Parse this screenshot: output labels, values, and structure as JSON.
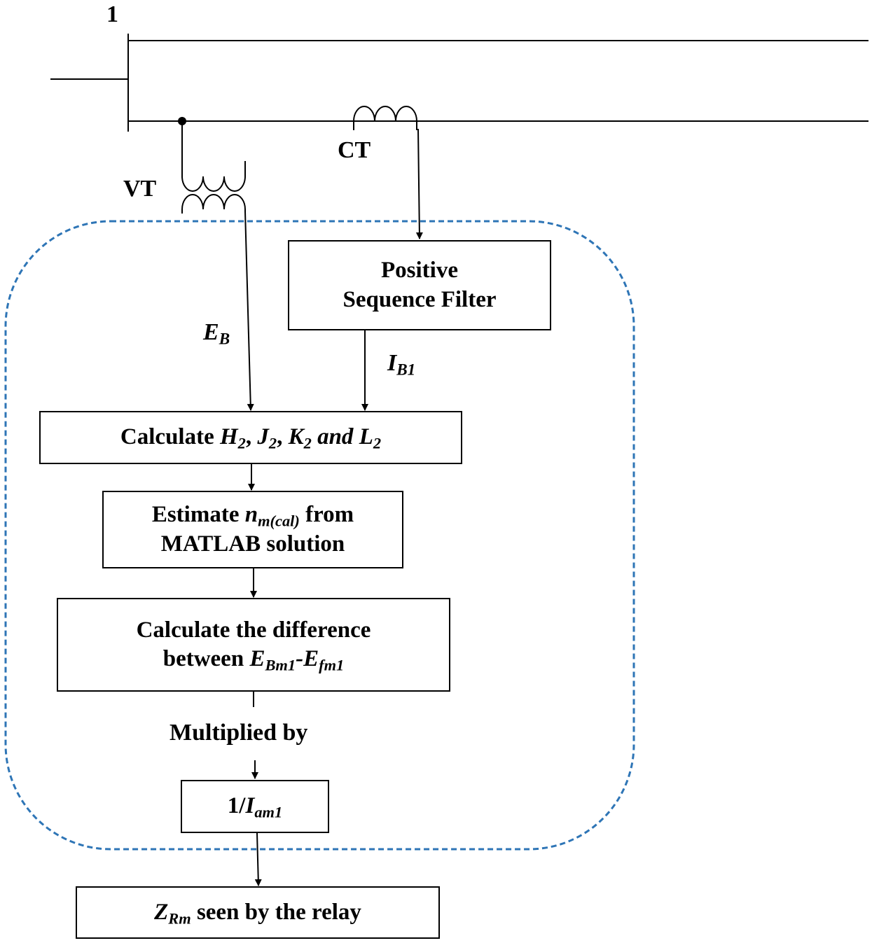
{
  "bus_label": "1",
  "vt_label": "VT",
  "ct_label": "CT",
  "signals": {
    "eb": {
      "main": "E",
      "sub": "B"
    },
    "ib1": {
      "main": "I",
      "sub": "B1"
    }
  },
  "boxes": {
    "filter": {
      "line1": "Positive",
      "line2": "Sequence Filter"
    },
    "calculate": {
      "prefix": "Calculate ",
      "h": "H",
      "h_sub": "2",
      "sep1": ", ",
      "j": "J",
      "j_sub": "2",
      "sep2": ", ",
      "k": "K",
      "k_sub": "2",
      "and": " and ",
      "l": "L",
      "l_sub": "2"
    },
    "estimate": {
      "prefix": "Estimate ",
      "n": "n",
      "n_sub": "m(cal)",
      "suffix": " from",
      "line2": "MATLAB solution"
    },
    "difference": {
      "line1": "Calculate the difference",
      "prefix": "between ",
      "e1": "E",
      "e1_sub": "Bm1",
      "dash": "-",
      "e2": "E",
      "e2_sub": "fm1"
    },
    "inverse": {
      "prefix": "1/",
      "i": "I",
      "i_sub": "am1"
    },
    "result": {
      "z": "Z",
      "z_sub": "Rm",
      "suffix": " seen by the relay"
    }
  },
  "multiplied_label": "Multiplied by",
  "colors": {
    "relay_boundary": "#2e75b6",
    "lines": "#000000"
  }
}
